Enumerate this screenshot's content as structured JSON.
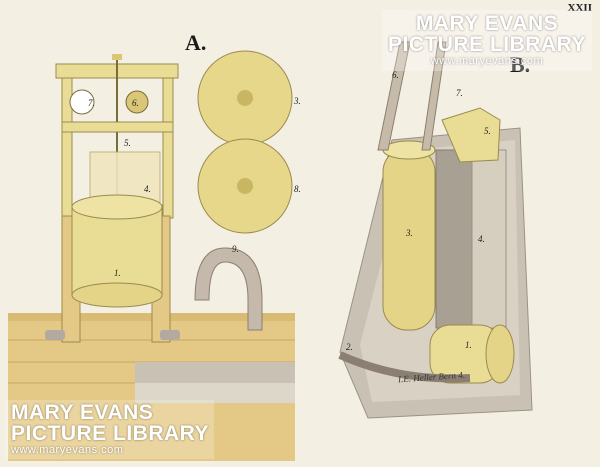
{
  "plate_number": "XXII",
  "figures": {
    "a": "A.",
    "b": "B."
  },
  "watermark_top": {
    "line1": "MARY EVANS",
    "line2": "PICTURE LIBRARY",
    "url": "www.maryevans.com"
  },
  "watermark_bottom": {
    "line1": "MARY EVANS",
    "line2": "PICTURE LIBRARY",
    "url": "www.maryevans.com"
  },
  "labels_a": [
    "7.",
    "6.",
    "5.",
    "4.",
    "1.",
    "9.",
    "3.",
    "8."
  ],
  "labels_b": [
    "6.",
    "7.",
    "5.",
    "3.",
    "4.",
    "1.",
    "2."
  ],
  "signature": "I.E. Heller  Bern 4.",
  "colors": {
    "paper": "#f4efe3",
    "brass": "#e9dc94",
    "wood": "#e4c885",
    "metal": "#bfb3a2",
    "comb": "#9f9486"
  }
}
